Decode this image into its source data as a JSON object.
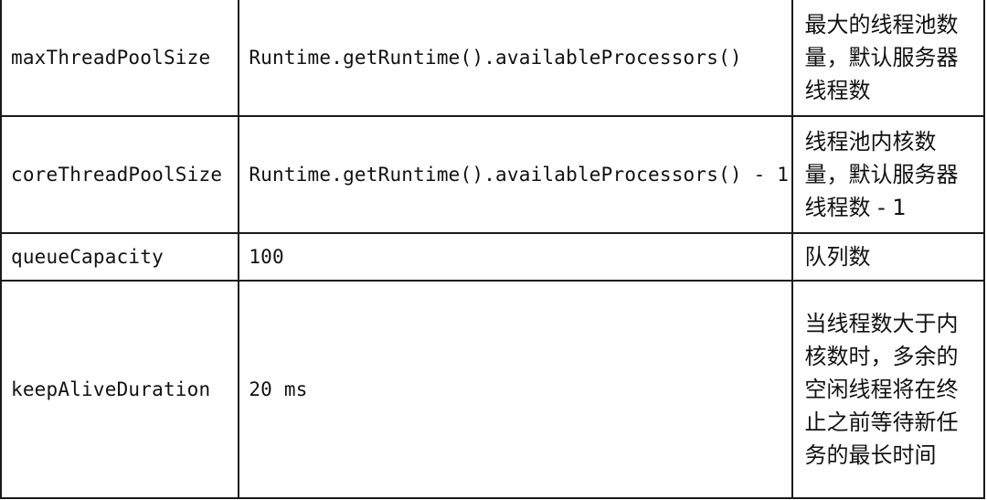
{
  "table": {
    "rows": [
      {
        "name": "maxThreadPoolSize",
        "default": "Runtime.getRuntime().availableProcessors()",
        "description": "最大的线程池数量，默认服务器线程数"
      },
      {
        "name": "coreThreadPoolSize",
        "default": "Runtime.getRuntime().availableProcessors() - 1",
        "description": "线程池内核数量，默认服务器线程数 - 1"
      },
      {
        "name": "queueCapacity",
        "default": "100",
        "description": "队列数"
      },
      {
        "name": "keepAliveDuration",
        "default": "20 ms",
        "description": "当线程数大于内核数时，多余的空闲线程将在终止之前等待新任务的最长时间"
      }
    ]
  }
}
